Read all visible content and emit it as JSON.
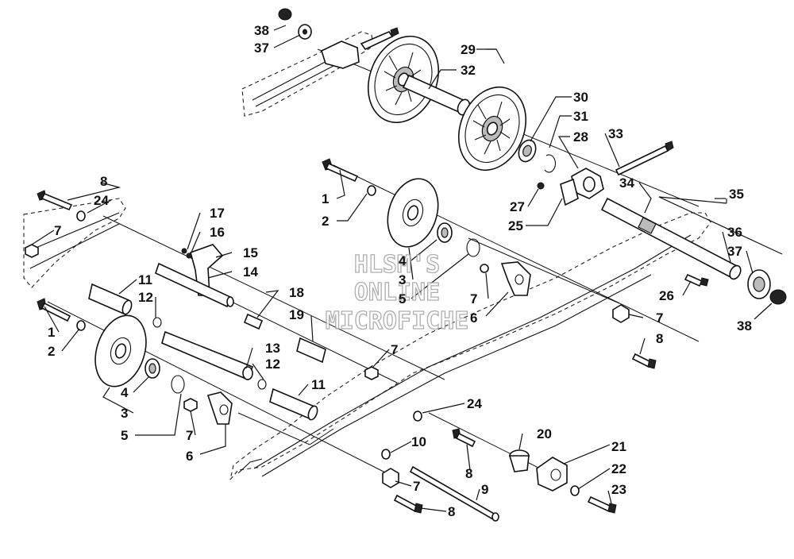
{
  "watermark": {
    "line1": "HLSM'S",
    "line2": "ONLINE",
    "line3": "MICROFICHE"
  },
  "callouts": [
    {
      "id": "c38a",
      "text": "38"
    },
    {
      "id": "c37a",
      "text": "37"
    },
    {
      "id": "c29",
      "text": "29"
    },
    {
      "id": "c32",
      "text": "32"
    },
    {
      "id": "c30",
      "text": "30"
    },
    {
      "id": "c31",
      "text": "31"
    },
    {
      "id": "c28",
      "text": "28"
    },
    {
      "id": "c33",
      "text": "33"
    },
    {
      "id": "c34",
      "text": "34"
    },
    {
      "id": "c35",
      "text": "35"
    },
    {
      "id": "c27",
      "text": "27"
    },
    {
      "id": "c25",
      "text": "25"
    },
    {
      "id": "c36",
      "text": "36"
    },
    {
      "id": "c37b",
      "text": "37"
    },
    {
      "id": "c26",
      "text": "26"
    },
    {
      "id": "c38b",
      "text": "38"
    },
    {
      "id": "c7r",
      "text": "7"
    },
    {
      "id": "c8r",
      "text": "8"
    },
    {
      "id": "c1c",
      "text": "1"
    },
    {
      "id": "c2c",
      "text": "2"
    },
    {
      "id": "c4c",
      "text": "4"
    },
    {
      "id": "c3c",
      "text": "3"
    },
    {
      "id": "c5c",
      "text": "5"
    },
    {
      "id": "c7c",
      "text": "7"
    },
    {
      "id": "c6c",
      "text": "6"
    },
    {
      "id": "c8l",
      "text": "8"
    },
    {
      "id": "c24l",
      "text": "24"
    },
    {
      "id": "c7l",
      "text": "7"
    },
    {
      "id": "c17",
      "text": "17"
    },
    {
      "id": "c16",
      "text": "16"
    },
    {
      "id": "c15",
      "text": "15"
    },
    {
      "id": "c14",
      "text": "14"
    },
    {
      "id": "c11a",
      "text": "11"
    },
    {
      "id": "c12a",
      "text": "12"
    },
    {
      "id": "c18",
      "text": "18"
    },
    {
      "id": "c19",
      "text": "19"
    },
    {
      "id": "c1l",
      "text": "1"
    },
    {
      "id": "c2l",
      "text": "2"
    },
    {
      "id": "c13",
      "text": "13"
    },
    {
      "id": "c12b",
      "text": "12"
    },
    {
      "id": "c11b",
      "text": "11"
    },
    {
      "id": "c4l",
      "text": "4"
    },
    {
      "id": "c3l",
      "text": "3"
    },
    {
      "id": "c5l",
      "text": "5"
    },
    {
      "id": "c7m",
      "text": "7"
    },
    {
      "id": "c6l",
      "text": "6"
    },
    {
      "id": "c7n",
      "text": "7"
    },
    {
      "id": "c24m",
      "text": "24"
    },
    {
      "id": "c10",
      "text": "10"
    },
    {
      "id": "c20",
      "text": "20"
    },
    {
      "id": "c8m",
      "text": "8"
    },
    {
      "id": "c21",
      "text": "21"
    },
    {
      "id": "c22",
      "text": "22"
    },
    {
      "id": "c7b",
      "text": "7"
    },
    {
      "id": "c9",
      "text": "9"
    },
    {
      "id": "c23",
      "text": "23"
    },
    {
      "id": "c8b",
      "text": "8"
    }
  ]
}
